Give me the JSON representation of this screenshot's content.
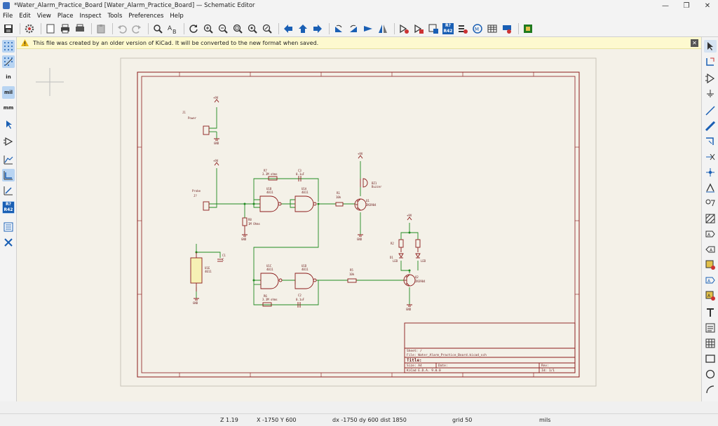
{
  "window": {
    "title": "*Water_Alarm_Practice_Board [Water_Alarm_Practice_Board] — Schematic Editor",
    "minimize_glyph": "—",
    "maximize_glyph": "❐",
    "close_glyph": "✕"
  },
  "menu": [
    "File",
    "Edit",
    "View",
    "Place",
    "Inspect",
    "Tools",
    "Preferences",
    "Help"
  ],
  "infobar": {
    "message": "This file was created by an older version of KiCad. It will be converted to the new format when saved.",
    "close_glyph": "✕"
  },
  "left_toolbar": {
    "units_in": "in",
    "units_mil": "mil",
    "units_mm": "mm",
    "annotate_top": "R?",
    "annotate_bottom": "R42"
  },
  "toolbar": {
    "annotate_top": "R?",
    "annotate_bottom": "R42"
  },
  "schematic": {
    "power_plus": "+9V",
    "gnd": "GND",
    "j1_ref": "J1",
    "j1_value": "Power",
    "j2_ref": "Probe",
    "j2_value": "J?",
    "r7_ref": "R7",
    "r7_value": "3.3M ohms",
    "c3_ref": "C3",
    "c3_value": "0.1uF",
    "u1b_ref": "U1B",
    "u1b_value": "4011",
    "u1a_ref": "U1A",
    "u1a_value": "4011",
    "r1_ref": "R1",
    "r1_value": "10k",
    "bz1_ref": "BZ1",
    "bz1_value": "Buzzer",
    "q1_ref": "Q1",
    "q1_value": "2N3904",
    "r8_ref": "R8",
    "r8_value": "1M Ohms",
    "u1e_ref": "U1E",
    "u1e_value": "4011",
    "c1_ref": "C1",
    "c1_value": "C",
    "u1c_ref": "U1C",
    "u1c_value": "4011",
    "u1d_ref": "U1D",
    "u1d_value": "4011",
    "r5_ref": "R5",
    "r5_value": "10k",
    "q2_ref": "Q2",
    "q2_value": "2N3904",
    "r6_ref": "R6",
    "r6_value": "3.3M ohms",
    "c2_ref": "C2",
    "c2_value": "0.1uF",
    "r2_ref": "R2",
    "d1_ref": "D1",
    "d1_value": "LED",
    "d2_value": "LED",
    "title_block": {
      "sheet": "Sheet: /",
      "file": "File: Water_Alarm_Practice_Board.kicad_sch",
      "title": "Title:",
      "size": "Size: A4",
      "date": "Date:",
      "rev": "Rev:",
      "kicad": "KiCad E.D.A. 9.0.0",
      "id": "Id: 1/1"
    }
  },
  "status": {
    "zoom": "Z 1.19",
    "cursor": "X -1750  Y 600",
    "delta": "dx -1750  dy 600  dist 1850",
    "grid": "grid 50",
    "units": "mils"
  },
  "colors": {
    "sheet_border": "#8b1a1a",
    "wire": "#1f8a1f",
    "component": "#8b1a1a",
    "accent_blue": "#1a5fb4"
  }
}
